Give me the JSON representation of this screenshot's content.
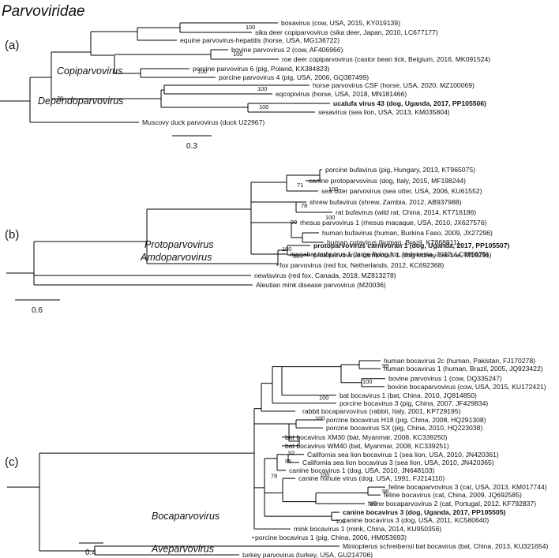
{
  "title": "Parvoviridae",
  "panels": [
    {
      "label": "(a)",
      "scale_label": "0.3",
      "genera": [
        "Copiparvovirus",
        "Dependoparvovirus"
      ],
      "leaves": [
        {
          "text": "bosavirus (cow, USA, 2015, KY019139)",
          "bold": false
        },
        {
          "text": "sika deer copiparvovirus (sika deer, Japan, 2010, LC677177)",
          "bold": false
        },
        {
          "text": "equine parvovirus-hepatitis (horse, USA, MG136722)",
          "bold": false
        },
        {
          "text": "bovine parvovirus 2 (cow, AF406966)",
          "bold": false
        },
        {
          "text": "roe deer copiparvovirus (castor bean tick, Belgium, 2016, MK091524)",
          "bold": false
        },
        {
          "text": "porcine parvovirus 6 (pig, Poland, KX384823)",
          "bold": false
        },
        {
          "text": "porcine parvovirus 4 (pig, USA, 2006, GQ387499)",
          "bold": false
        },
        {
          "text": "horse parvovirus CSF (horse, USA, 2020,  MZ100069)",
          "bold": false
        },
        {
          "text": "eqcopivirus (horse, USA, 2018, MN181466)",
          "bold": false
        },
        {
          "text": "ucalufa virus 43 (dog, Uganda, 2017, PP105506)",
          "bold": true
        },
        {
          "text": "sesavirus (sea lion, USA, 2013, KM035804)",
          "bold": false
        },
        {
          "text": "Muscovy duck parvovirus (duck U22967)",
          "bold": false
        }
      ],
      "supports": [
        "100",
        "100",
        "100",
        "70",
        "100",
        "100"
      ]
    },
    {
      "label": "(b)",
      "scale_label": "0.6",
      "genera": [
        "Protoparvovirus",
        "Amdoparvovirus"
      ],
      "leaves": [
        {
          "text": "porcine bufavirus (pig, Hungary, 2013, KT965075)",
          "bold": false
        },
        {
          "text": "canine protoparvovirus (dog, Italy, 2015, MF198244)",
          "bold": false
        },
        {
          "text": "sea otter parvovirus  (sea otter, USA, 2006, KU61552)",
          "bold": false
        },
        {
          "text": "shrew bufavirus (shrew, Zambia, 2012, AB937988)",
          "bold": false
        },
        {
          "text": "rat bufavirus (wild rat, China, 2014, KT716186)",
          "bold": false
        },
        {
          "text": "rhesus parvovirus 1 (rhesus macaque, USA, 2010, JX627576)",
          "bold": false
        },
        {
          "text": "human bufavirus (human, Burkina Faso, 2009, JX27296)",
          "bold": false
        },
        {
          "text": "human cutavirus (human, Brazil, KT868811)",
          "bold": false
        },
        {
          "text": "megabat bufavirus 1 (large flying fox, Indonesia, 2012, LC085675)",
          "bold": false
        },
        {
          "text": "protoparvovirus carnivoran 1 (dog, Uganda, 2017, PP105507)",
          "bold": true
        },
        {
          "text": "protoparvovirus carnivoran 1 (dog kidney cell line, M19296)",
          "bold": false
        },
        {
          "text": "fox parvovirus (red fox, Netherlands, 2012, KC692368)",
          "bold": false
        },
        {
          "text": "newlavirus (red fox, Canada, 2018, MZ813278)",
          "bold": false
        },
        {
          "text": "Aleutian mink disease parvovirus (M20036)",
          "bold": false
        }
      ],
      "supports": [
        "71",
        "100",
        "78",
        "100",
        "99",
        "100",
        "98"
      ]
    },
    {
      "label": "(c)",
      "scale_label": "0.4",
      "genera": [
        "Bocaparvovirus",
        "Aveparvovirus"
      ],
      "leaves": [
        {
          "text": "human bocavirus 2c (human, Pakistan, FJ170278)",
          "bold": false
        },
        {
          "text": "human bocavirus 1 (human, Brazil, 2005, JQ923422)",
          "bold": false
        },
        {
          "text": "bovine parvovirus 1 (cow, DQ335247)",
          "bold": false
        },
        {
          "text": "bovine bocaparvovirus (cow, USA, 2015, KU172421)",
          "bold": false
        },
        {
          "text": "bat bocavirus 1 (bat, China, 2010, JQ814850)",
          "bold": false
        },
        {
          "text": "porcine bocavirus 3 (pig, China, 2007, JF429834)",
          "bold": false
        },
        {
          "text": "rabbit bocaparvovirus (rabbit, Italy, 2001, KP729195)",
          "bold": false
        },
        {
          "text": "porcine bocavirus H18 (pig, China, 2008, HQ291308)",
          "bold": false
        },
        {
          "text": "porcine bocavirus SX (pig, China, 2010, HQ223038)",
          "bold": false
        },
        {
          "text": "bat bocavirus XM30 (bat, Myanmar, 2008, KC339250)",
          "bold": false
        },
        {
          "text": "bat bocavirus WM40 (bat, Myanmar, 2008, KC339251)",
          "bold": false
        },
        {
          "text": "California sea lion bocavirus 1 (sea lion, USA, 2010, JN420361)",
          "bold": false
        },
        {
          "text": "California sea lion bocavirus 3 (sea lion, USA, 2010, JN420365)",
          "bold": false
        },
        {
          "text": "canine bocavirus 1 (dog, USA, 2010, JN648103)",
          "bold": false
        },
        {
          "text": "canine minute virus (dog, USA, 1991, FJ214110)",
          "bold": false
        },
        {
          "text": "feline bocaparvovirus 3 (cat, USA, 2013, KM017744)",
          "bold": false
        },
        {
          "text": "feline bocavirus (cat, China, 2009, JQ692585)",
          "bold": false
        },
        {
          "text": "feline bocaparvovirus 2 (cat, Portugal, 2012, KF792837)",
          "bold": false
        },
        {
          "text": "canine bocavirus 3 (dog, Uganda, 2017, PP105505)",
          "bold": true
        },
        {
          "text": "canine bocavirus 3 (dog, USA, 2011, KC580640)",
          "bold": false
        },
        {
          "text": "mink bocavirus 1 (mink, China, 2014, KU950356)",
          "bold": false
        },
        {
          "text": "porcine bocavirus 1 (pig, China, 2006, HM053693)",
          "bold": false
        },
        {
          "text": "Miniopterus schreibersii bat bocavirus (bat, China, 2013, KU321654)",
          "bold": false
        },
        {
          "text": "turkey parvovirus (turkey, USA, GU214706)",
          "bold": false
        }
      ],
      "supports": [
        "99",
        "100",
        "100",
        "100",
        "92",
        "95",
        "78",
        "98",
        "100",
        "99",
        "100"
      ]
    }
  ]
}
